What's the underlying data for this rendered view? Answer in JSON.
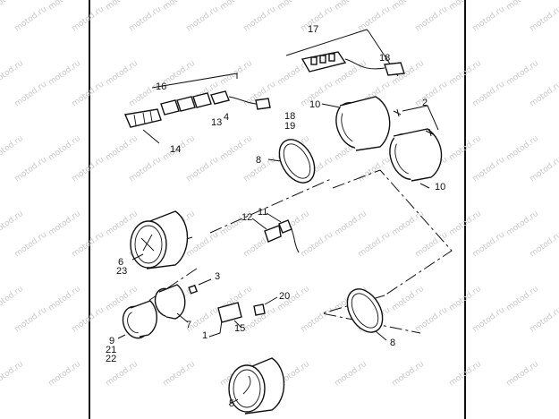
{
  "watermark": "motod.ru",
  "callouts": [
    "1",
    "2",
    "3",
    "4",
    "5",
    "6",
    "23",
    "7",
    "8",
    "8",
    "9",
    "21",
    "22",
    "10",
    "10",
    "11",
    "12",
    "13",
    "14",
    "15",
    "16",
    "17",
    "18",
    "18",
    "19",
    "20"
  ],
  "colors": {
    "line": "#111111",
    "watermark": "#c9c9c9",
    "background": "#ffffff"
  }
}
